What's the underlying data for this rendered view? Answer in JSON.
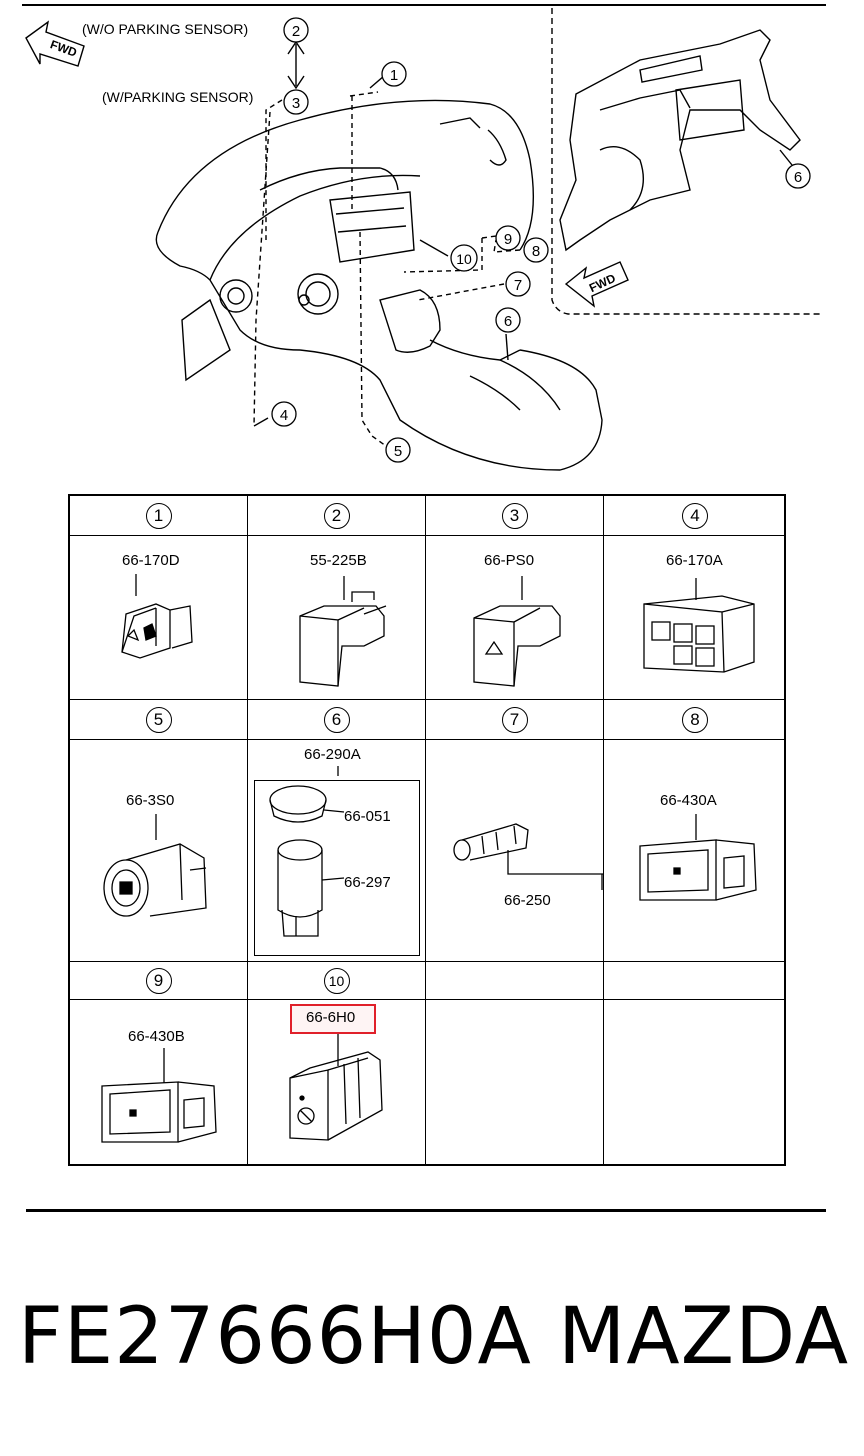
{
  "diagram": {
    "fwd_label": "FWD",
    "fwd_label_right": "FWD",
    "sensor_wo": "(W/O PARKING SENSOR)",
    "sensor_w": "(W/PARKING SENSOR)",
    "callouts": [
      "1",
      "2",
      "3",
      "4",
      "5",
      "6",
      "7",
      "8",
      "9",
      "10",
      "6"
    ]
  },
  "table": {
    "rows": [
      [
        {
          "num": "1",
          "code": "66-170D"
        },
        {
          "num": "2",
          "code": "55-225B"
        },
        {
          "num": "3",
          "code": "66-PS0"
        },
        {
          "num": "4",
          "code": "66-170A"
        }
      ],
      [
        {
          "num": "5",
          "code": "66-3S0"
        },
        {
          "num": "6",
          "code": "66-290A",
          "sub": [
            "66-051",
            "66-297"
          ]
        },
        {
          "num": "7",
          "code": "66-250"
        },
        {
          "num": "8",
          "code": "66-430A"
        }
      ],
      [
        {
          "num": "9",
          "code": "66-430B"
        },
        {
          "num": "10",
          "code": "66-6H0"
        },
        {
          "num": "",
          "code": ""
        },
        {
          "num": "",
          "code": ""
        }
      ]
    ]
  },
  "footer": {
    "part_number": "FE27666H0A",
    "brand": "MAZDA"
  },
  "colors": {
    "highlight": "#e0202a",
    "line": "#000000"
  }
}
